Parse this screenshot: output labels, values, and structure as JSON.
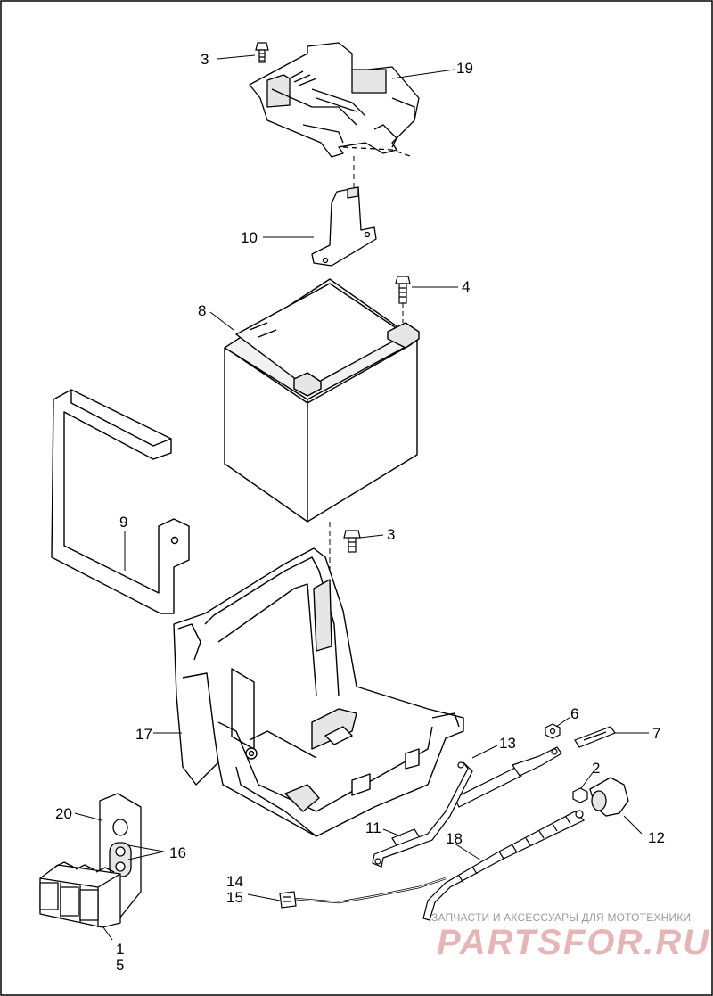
{
  "callouts": [
    {
      "id": "c3a",
      "label": "3"
    },
    {
      "id": "c19",
      "label": "19"
    },
    {
      "id": "c10",
      "label": "10"
    },
    {
      "id": "c4",
      "label": "4"
    },
    {
      "id": "c8",
      "label": "8"
    },
    {
      "id": "c9",
      "label": "9"
    },
    {
      "id": "c3b",
      "label": "3"
    },
    {
      "id": "c17",
      "label": "17"
    },
    {
      "id": "c6",
      "label": "6"
    },
    {
      "id": "c7",
      "label": "7"
    },
    {
      "id": "c13",
      "label": "13"
    },
    {
      "id": "c2",
      "label": "2"
    },
    {
      "id": "c20",
      "label": "20"
    },
    {
      "id": "c16",
      "label": "16"
    },
    {
      "id": "c11",
      "label": "11"
    },
    {
      "id": "c12",
      "label": "12"
    },
    {
      "id": "c18",
      "label": "18"
    },
    {
      "id": "c14",
      "label": "14"
    },
    {
      "id": "c15",
      "label": "15"
    },
    {
      "id": "c1",
      "label": "1"
    },
    {
      "id": "c5",
      "label": "5"
    }
  ],
  "watermark": {
    "caption": "ЗАПЧАСТИ И АКСЕССУАРЫ ДЛЯ МОТОТЕХНИКИ",
    "logo": "PARTSFOR.RU"
  },
  "colors": {
    "line": "#000000",
    "fill": "#ffffff",
    "shade": "#e6e6e6",
    "watermark": "#e8b5b5"
  }
}
